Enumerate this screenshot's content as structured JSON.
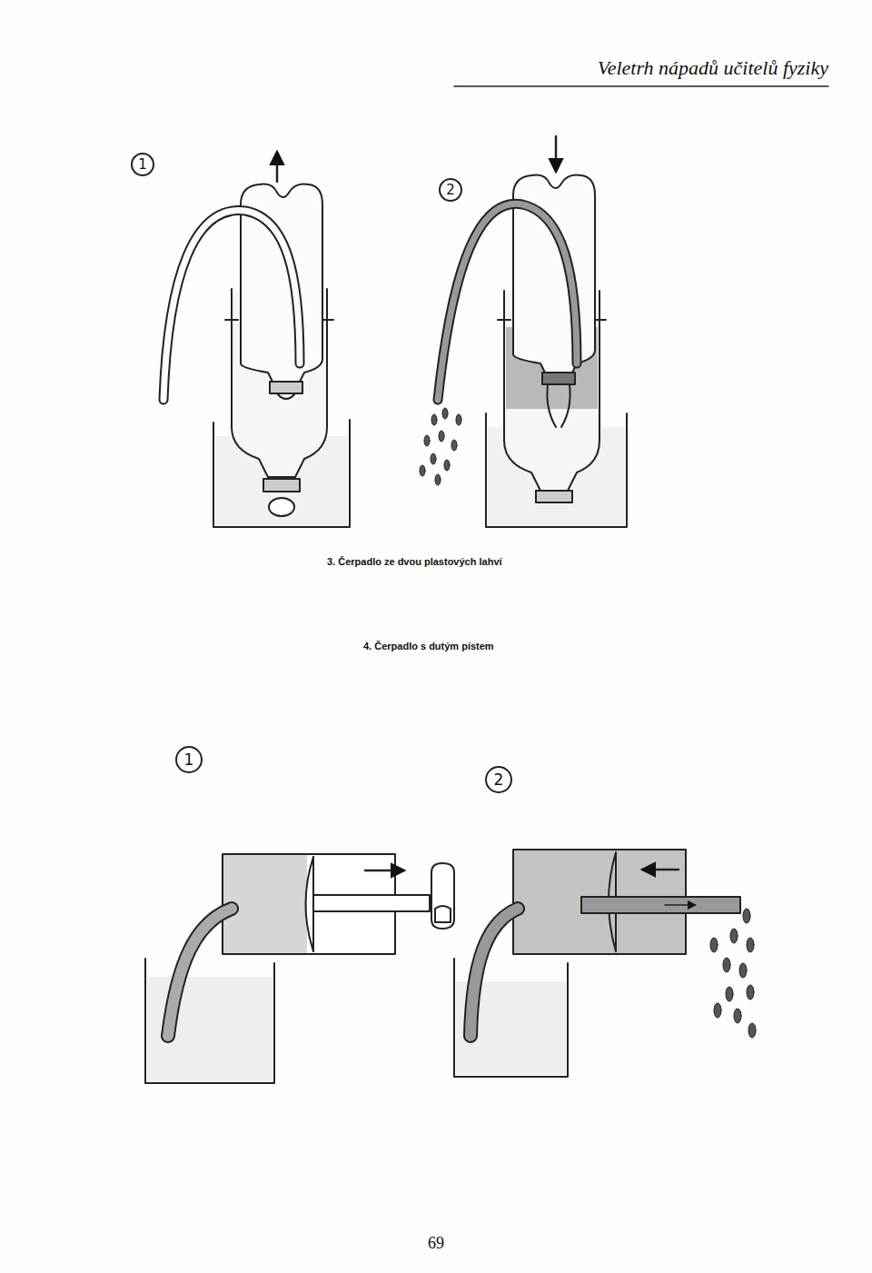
{
  "diagram": {
    "labels": [
      "Veletrh nápadů učitelů fyziky",
      "1",
      "2",
      "3. Čerpadlo ze dvou plastových lahví",
      "4. Čerpadlo s dutým pístem",
      "1",
      "2",
      "69"
    ]
  }
}
